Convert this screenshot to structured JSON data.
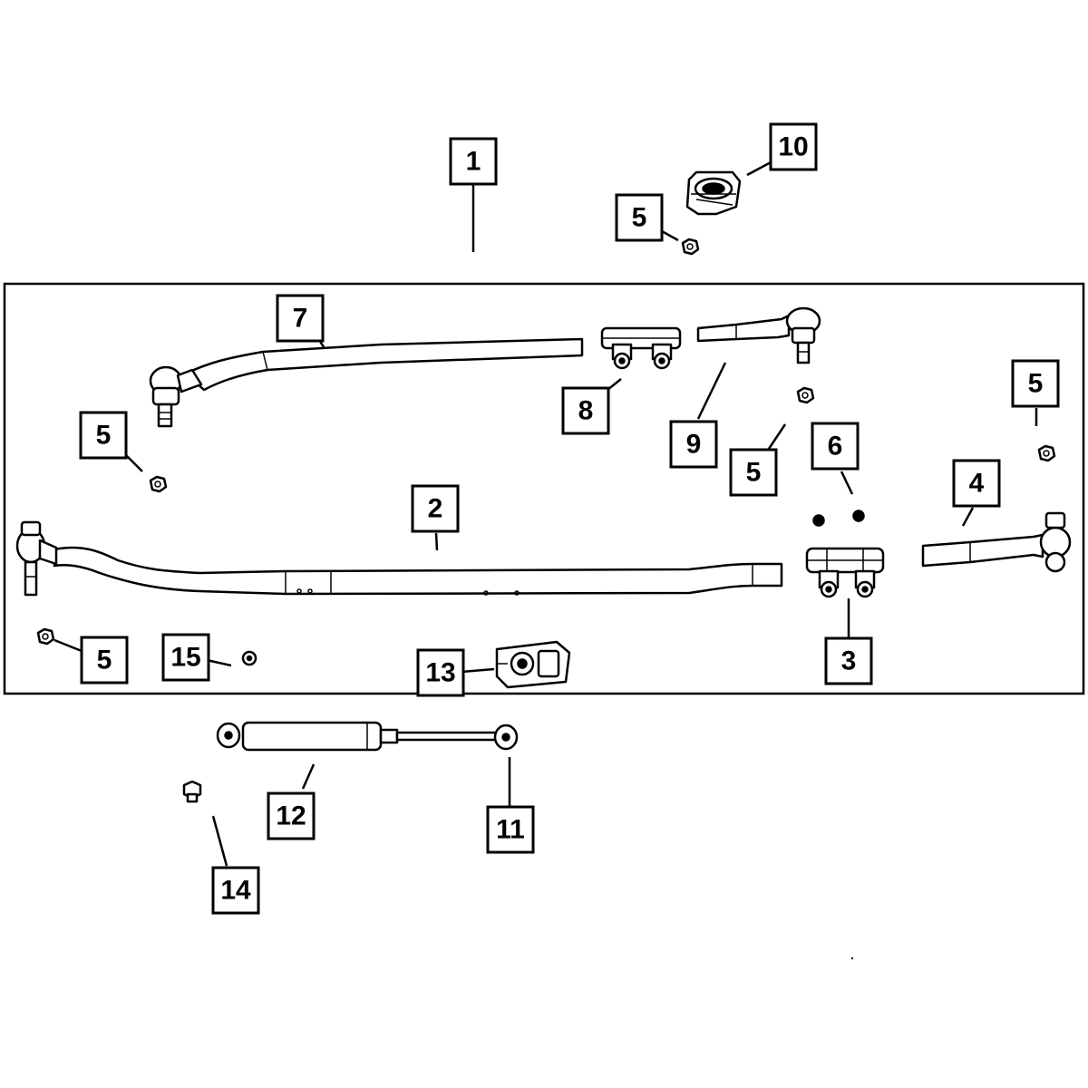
{
  "diagram": {
    "callouts": [
      {
        "id": "c1",
        "label": "1"
      },
      {
        "id": "c10",
        "label": "10"
      },
      {
        "id": "c5a",
        "label": "5"
      },
      {
        "id": "c7",
        "label": "7"
      },
      {
        "id": "c8",
        "label": "8"
      },
      {
        "id": "c9",
        "label": "9"
      },
      {
        "id": "c5b",
        "label": "5"
      },
      {
        "id": "c5c",
        "label": "5"
      },
      {
        "id": "c5d",
        "label": "5"
      },
      {
        "id": "c6",
        "label": "6"
      },
      {
        "id": "c2",
        "label": "2"
      },
      {
        "id": "c4",
        "label": "4"
      },
      {
        "id": "c5e",
        "label": "5"
      },
      {
        "id": "c15",
        "label": "15"
      },
      {
        "id": "c13",
        "label": "13"
      },
      {
        "id": "c3",
        "label": "3"
      },
      {
        "id": "c12",
        "label": "12"
      },
      {
        "id": "c11",
        "label": "11"
      },
      {
        "id": "c14",
        "label": "14"
      }
    ]
  }
}
